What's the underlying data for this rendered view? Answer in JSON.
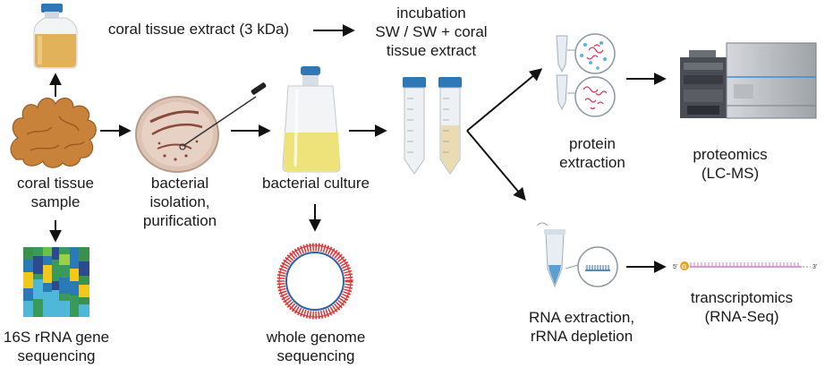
{
  "labels": {
    "coral_extract": "coral tissue extract (3 kDa)",
    "incubation": "incubation\nSW / SW + coral\ntissue extract",
    "coral_sample": "coral tissue\nsample",
    "bacterial_isolation": "bacterial\nisolation,\npurification",
    "bacterial_culture": "bacterial culture",
    "protein_extraction": "protein\nextraction",
    "proteomics": "proteomics\n(LC-MS)",
    "sequencing_16s": "16S rRNA gene\nsequencing",
    "whole_genome": "whole genome\nsequencing",
    "rna_extraction": "RNA extraction,\nrRNA depletion",
    "transcriptomics": "transcriptomics\n(RNA-Seq)"
  },
  "rna_strand": {
    "five_prime": "5'",
    "three_prime": "3'",
    "cap": "G"
  },
  "colors": {
    "arrow": "#111111",
    "coral": "#c9823a",
    "extract_liquid": "#e2b25a",
    "culture_liquid": "#eee27a",
    "tube_cap": "#2f78b8",
    "plasmid_outer": "#d83a3a",
    "plasmid_inner": "#2a63a8",
    "transcript": "#d778c8"
  },
  "icons": [
    "bottle-icon",
    "coral-icon",
    "petri-dish-icon",
    "culture-flask-icon",
    "falcon-tube-icon",
    "protein-extraction-icon",
    "mass-spectrometer-icon",
    "rna-tube-icon",
    "rna-strand-icon",
    "heatmap-icon",
    "genome-circle-icon"
  ]
}
